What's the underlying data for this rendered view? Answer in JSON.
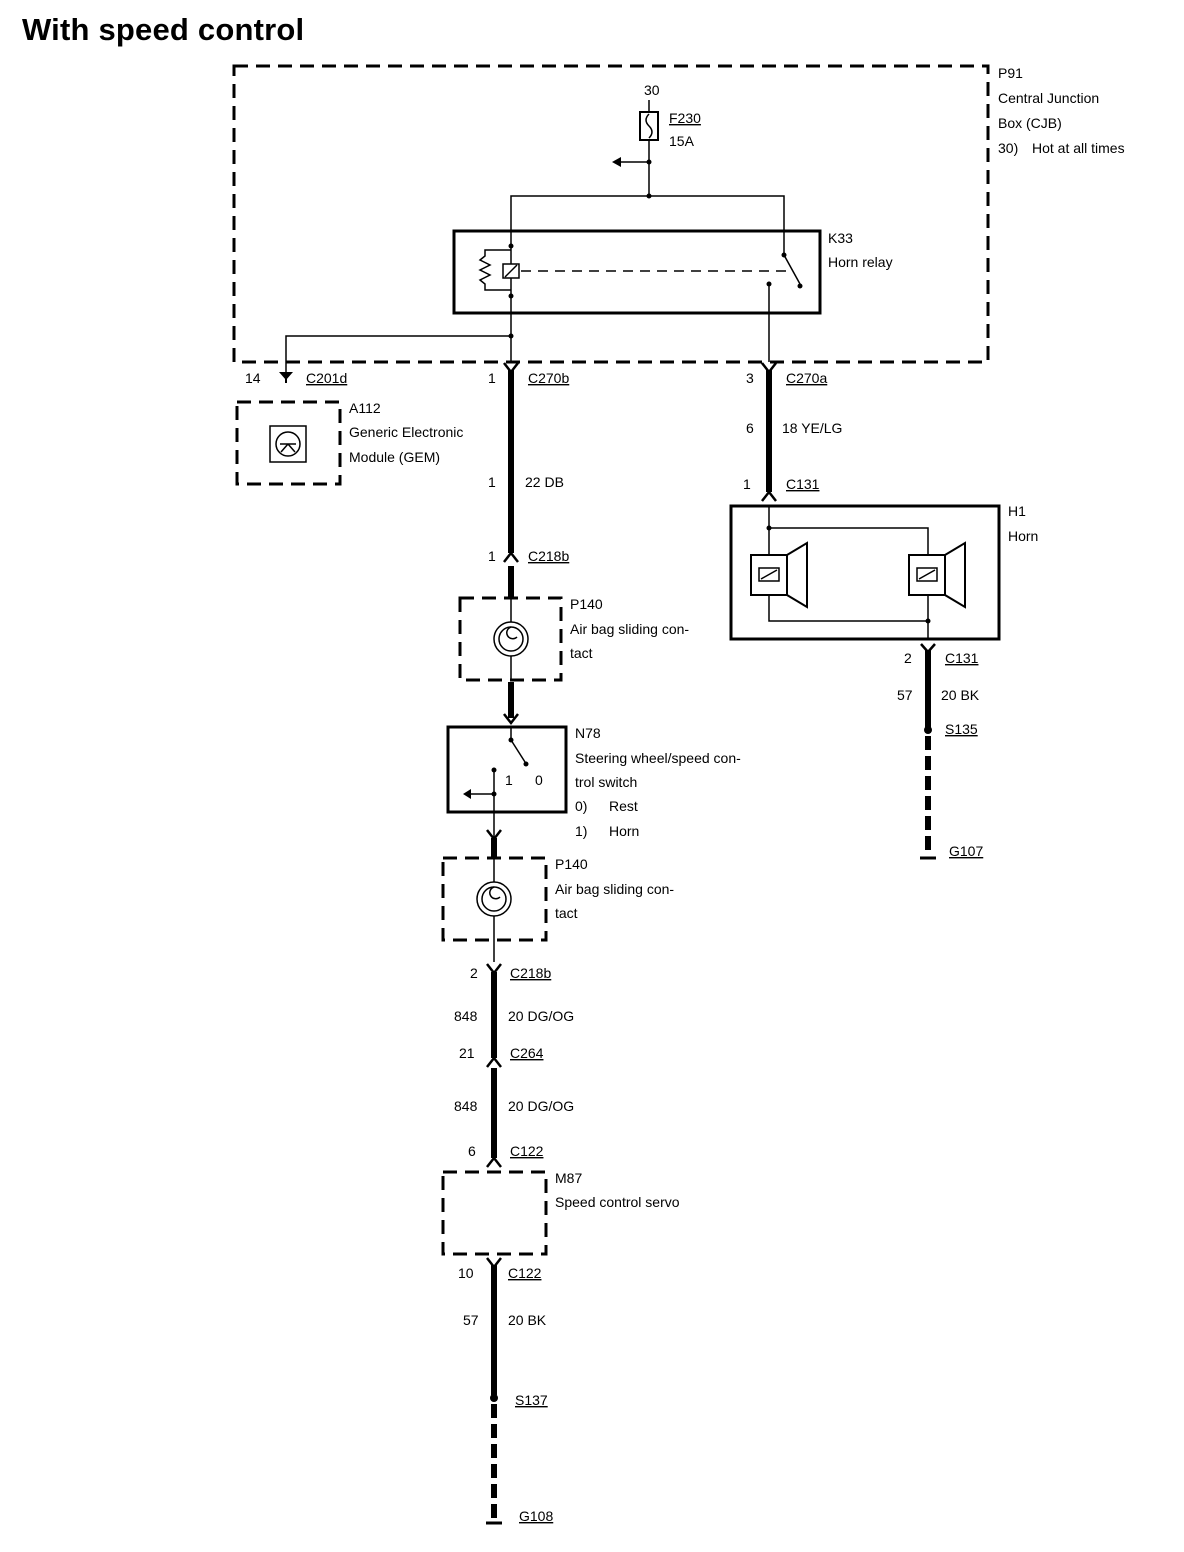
{
  "title": "With speed control",
  "cjb": {
    "id": "P91",
    "line1": "Central Junction",
    "line2": "Box (CJB)",
    "note_num": "30)",
    "note_text": "Hot at all times",
    "supply": "30"
  },
  "fuse": {
    "id": "F230",
    "rating": "15A"
  },
  "relay": {
    "id": "K33",
    "name": "Horn relay"
  },
  "gem": {
    "id": "A112",
    "line1": "Generic Electronic",
    "line2": "Module (GEM)",
    "pin": "14",
    "connector": "C201d"
  },
  "horn_feed": {
    "c270b_pin": "1",
    "c270b": "C270b",
    "circuit": "1",
    "wire": "22 DB",
    "c218b_pin": "1",
    "c218b": "C218b"
  },
  "horn_out": {
    "c270a_pin": "3",
    "c270a": "C270a",
    "circuit": "6",
    "wire": "18 YE/LG",
    "c131_pin": "1",
    "c131": "C131"
  },
  "horn": {
    "id": "H1",
    "name": "Horn",
    "c131_pin": "2",
    "c131": "C131",
    "circuit": "57",
    "wire": "20 BK",
    "splice": "S135",
    "ground": "G107"
  },
  "airbag_top": {
    "id": "P140",
    "line1": "Air bag sliding con-",
    "line2": "tact"
  },
  "switch": {
    "id": "N78",
    "line1": "Steering wheel/speed con-",
    "line2": "trol switch",
    "s0_num": "0)",
    "s0_text": "Rest",
    "s1_num": "1)",
    "s1_text": "Horn",
    "pos1": "1",
    "pos0": "0"
  },
  "airbag_bottom": {
    "id": "P140",
    "line1": "Air bag sliding con-",
    "line2": "tact"
  },
  "servo_feed": {
    "c218b_pin": "2",
    "c218b": "C218b",
    "circuit1": "848",
    "wire1": "20 DG/OG",
    "c264_pin": "21",
    "c264": "C264",
    "circuit2": "848",
    "wire2": "20 DG/OG",
    "c122_pin": "6",
    "c122": "C122"
  },
  "servo": {
    "id": "M87",
    "name": "Speed control servo",
    "c122_pin": "10",
    "c122": "C122",
    "circuit": "57",
    "wire": "20 BK",
    "splice": "S137",
    "ground": "G108"
  }
}
